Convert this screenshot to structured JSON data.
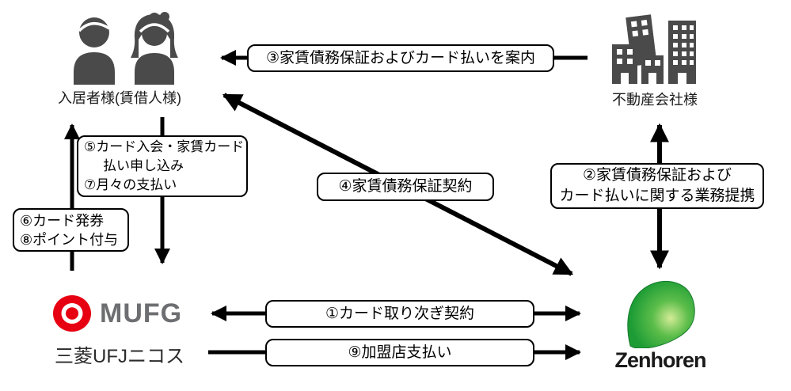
{
  "entities": {
    "tenant": {
      "label": "入居者様(賃借人様)",
      "icon": "people-couple-icon"
    },
    "realtor": {
      "label": "不動産会社様",
      "icon": "buildings-icon"
    },
    "mufg": {
      "brand": "MUFG",
      "company": "三菱UFJニコス",
      "icon": "mufg-mark-icon"
    },
    "zenhoren": {
      "label": "Zenhoren",
      "icon": "leaf-logo-icon"
    }
  },
  "steps": {
    "s1": "①カード取り次ぎ契約",
    "s2_line1": "②家賃債務保証および",
    "s2_line2": "カード払いに関する業務提携",
    "s3": "③家賃債務保証およびカード払いを案内",
    "s4": "④家賃債務保証契約",
    "s5_line1": "⑤カード入会・家賃カード",
    "s5_line2": "払い申し込み",
    "s7": "⑦月々の支払い",
    "s6": "⑥カード発券",
    "s8": "⑧ポイント付与",
    "s9": "⑨加盟店支払い"
  },
  "colors": {
    "icon_gray": "#4a4a4a",
    "mufg_red": "#e60012",
    "mufg_gray": "#6d6e71",
    "zen_light": "#d3eb96",
    "zen_mid": "#5bbd4a",
    "zen_dark": "#1d9c35",
    "arrow_black": "#000000"
  }
}
